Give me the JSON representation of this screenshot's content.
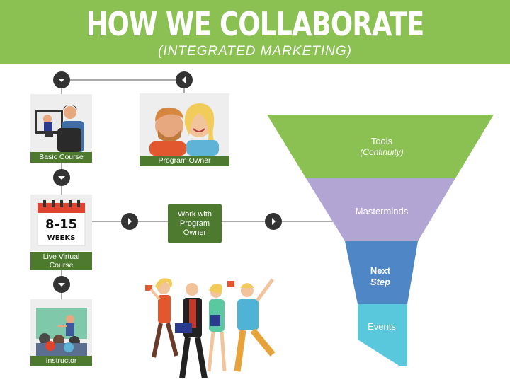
{
  "header": {
    "title": "HOW WE COLLABORATE",
    "subtitle": "(INTEGRATED MARKETING)"
  },
  "cards": {
    "basic_course": "Basic Course",
    "program_owner": "Program Owner",
    "live_virtual_course": "Live Virtual\nCourse",
    "instructor": "Instructor"
  },
  "calendar": {
    "number": "8-15",
    "unit": "WEEKS"
  },
  "workbox": "Work with\nProgram\nOwner",
  "funnel": {
    "tools": "Tools",
    "tools_sub": "(Continuity)",
    "masterminds": "Masterminds",
    "next": "Next",
    "step": "Step",
    "events": "Events"
  },
  "colors": {
    "header_green": "#8bc152",
    "label_green": "#4d7a2f",
    "funnel_green": "#8bc152",
    "funnel_purple": "#b3a5d3",
    "funnel_blue": "#4f86c6",
    "funnel_cyan": "#5ac8dc"
  }
}
